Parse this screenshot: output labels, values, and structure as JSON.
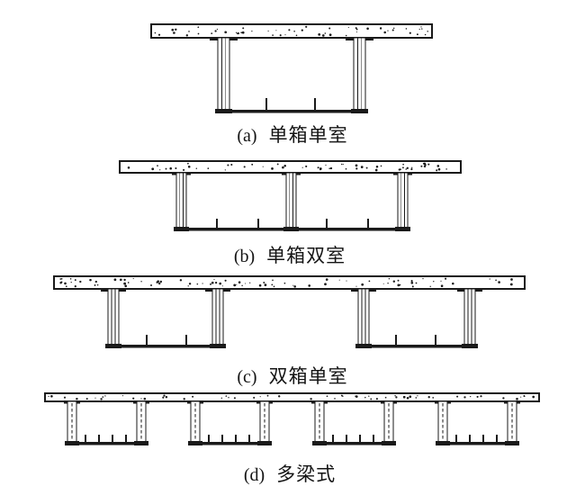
{
  "page": {
    "background": "#ffffff",
    "line_color": "#1a1a1a"
  },
  "figures": [
    {
      "id": "a",
      "tag": "(a)",
      "title": "单箱单室",
      "box_count": 1,
      "web_count": 2,
      "tick_count": 2
    },
    {
      "id": "b",
      "tag": "(b)",
      "title": "单箱双室",
      "box_count": 1,
      "web_count": 3,
      "tick_count": 4
    },
    {
      "id": "c",
      "tag": "(c)",
      "title": "双箱单室",
      "box_count": 2,
      "web_count": 4,
      "tick_count": 4
    },
    {
      "id": "d",
      "tag": "(d)",
      "title": "多梁式",
      "box_count": 4,
      "web_count": 8,
      "tick_count": 16
    }
  ]
}
